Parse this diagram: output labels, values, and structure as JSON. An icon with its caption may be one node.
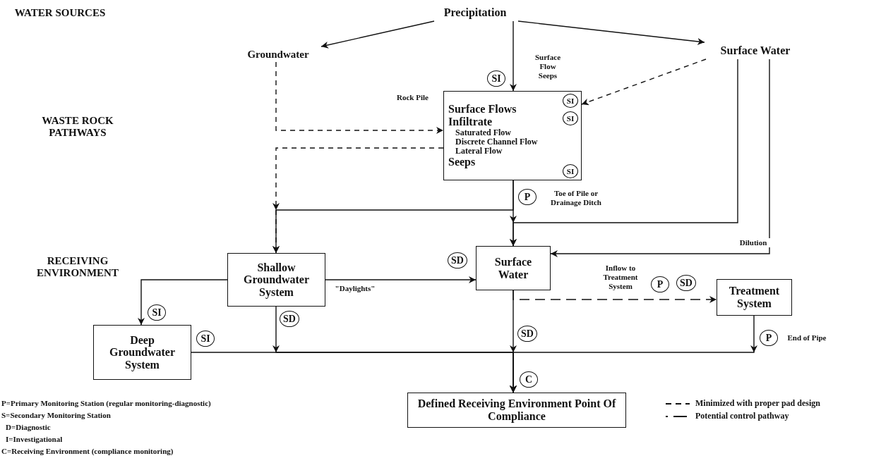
{
  "diagram": {
    "nodes": [
      {
        "text": [
          "Precipitation"
        ]
      },
      {
        "text": [
          "Groundwater"
        ]
      },
      {
        "text": [
          "Surface Water"
        ]
      },
      {
        "text": [
          "Surface Flows",
          "Infiltrate",
          "Saturated Flow",
          "Discrete Channel Flow",
          "Lateral Flow",
          "Seeps"
        ],
        "beside": [
          "Rock Pile"
        ]
      },
      {
        "text": [
          "Shallow Groundwater System"
        ]
      },
      {
        "text": [
          "Surface Water"
        ]
      },
      {
        "text": [
          "Deep Groundwater System"
        ]
      },
      {
        "text": [
          "Treatment System"
        ]
      },
      {
        "text": [
          "Defined Receiving Environment Point Of Compliance"
        ]
      }
    ],
    "edges": [
      {
        "from": 0,
        "to": 1,
        "arrow": "to"
      },
      {
        "from": 0,
        "to": 2,
        "arrow": "to"
      },
      {
        "from": 0,
        "to": 3,
        "arrow": "to"
      },
      {
        "from": 1,
        "to": 3,
        "arrow": "to",
        "style": "dashed"
      },
      {
        "from": 2,
        "to": 3,
        "arrow": "to",
        "style": "dashed"
      },
      {
        "from": 3,
        "to": 4,
        "arrow": "to",
        "style": "dashed"
      },
      {
        "from": 3,
        "to": 5,
        "arrow": "to"
      },
      {
        "from": 3,
        "to": 4,
        "arrow": "to"
      },
      {
        "from": 2,
        "to": 5,
        "arrow": "to"
      },
      {
        "from": 2,
        "to": 5,
        "arrow": "to",
        "label": "Dilution"
      },
      {
        "from": 4,
        "to": 5,
        "arrow": "to",
        "label": "\"Daylights\""
      },
      {
        "from": 4,
        "to": 6,
        "arrow": "to"
      },
      {
        "from": 4,
        "to": 8,
        "arrow": "to"
      },
      {
        "from": 5,
        "to": 8,
        "arrow": "to"
      },
      {
        "from": 6,
        "to": 8,
        "arrow": "to"
      },
      {
        "from": 7,
        "to": 8,
        "arrow": "to"
      },
      {
        "from": 5,
        "to": 7,
        "arrow": "to",
        "style": "dashed",
        "label": "Inflow to Treatment System"
      }
    ],
    "labels": [
      "WATER SOURCES",
      "WASTE ROCK PATHWAYS",
      "RECEIVING ENVIRONMENT",
      "Surface Flow Seeps",
      "SI",
      "SI",
      "SI",
      "SI",
      "P",
      "Toe of Pile or Drainage Ditch",
      "SD",
      "P",
      "SD",
      "SI",
      "SD",
      "SI",
      "SD",
      "P",
      "End of Pipe",
      "C",
      "P=Primary Monitoring Station (regular monitoring-diagnostic)",
      "S=Secondary Monitoring Station",
      "D=Diagnostic",
      "I=Investigational",
      "C=Receiving Environment (compliance monitoring)"
    ],
    "legend": [
      {
        "text": "Minimized with proper pad design"
      },
      {
        "text": "Potential control pathway"
      }
    ]
  }
}
